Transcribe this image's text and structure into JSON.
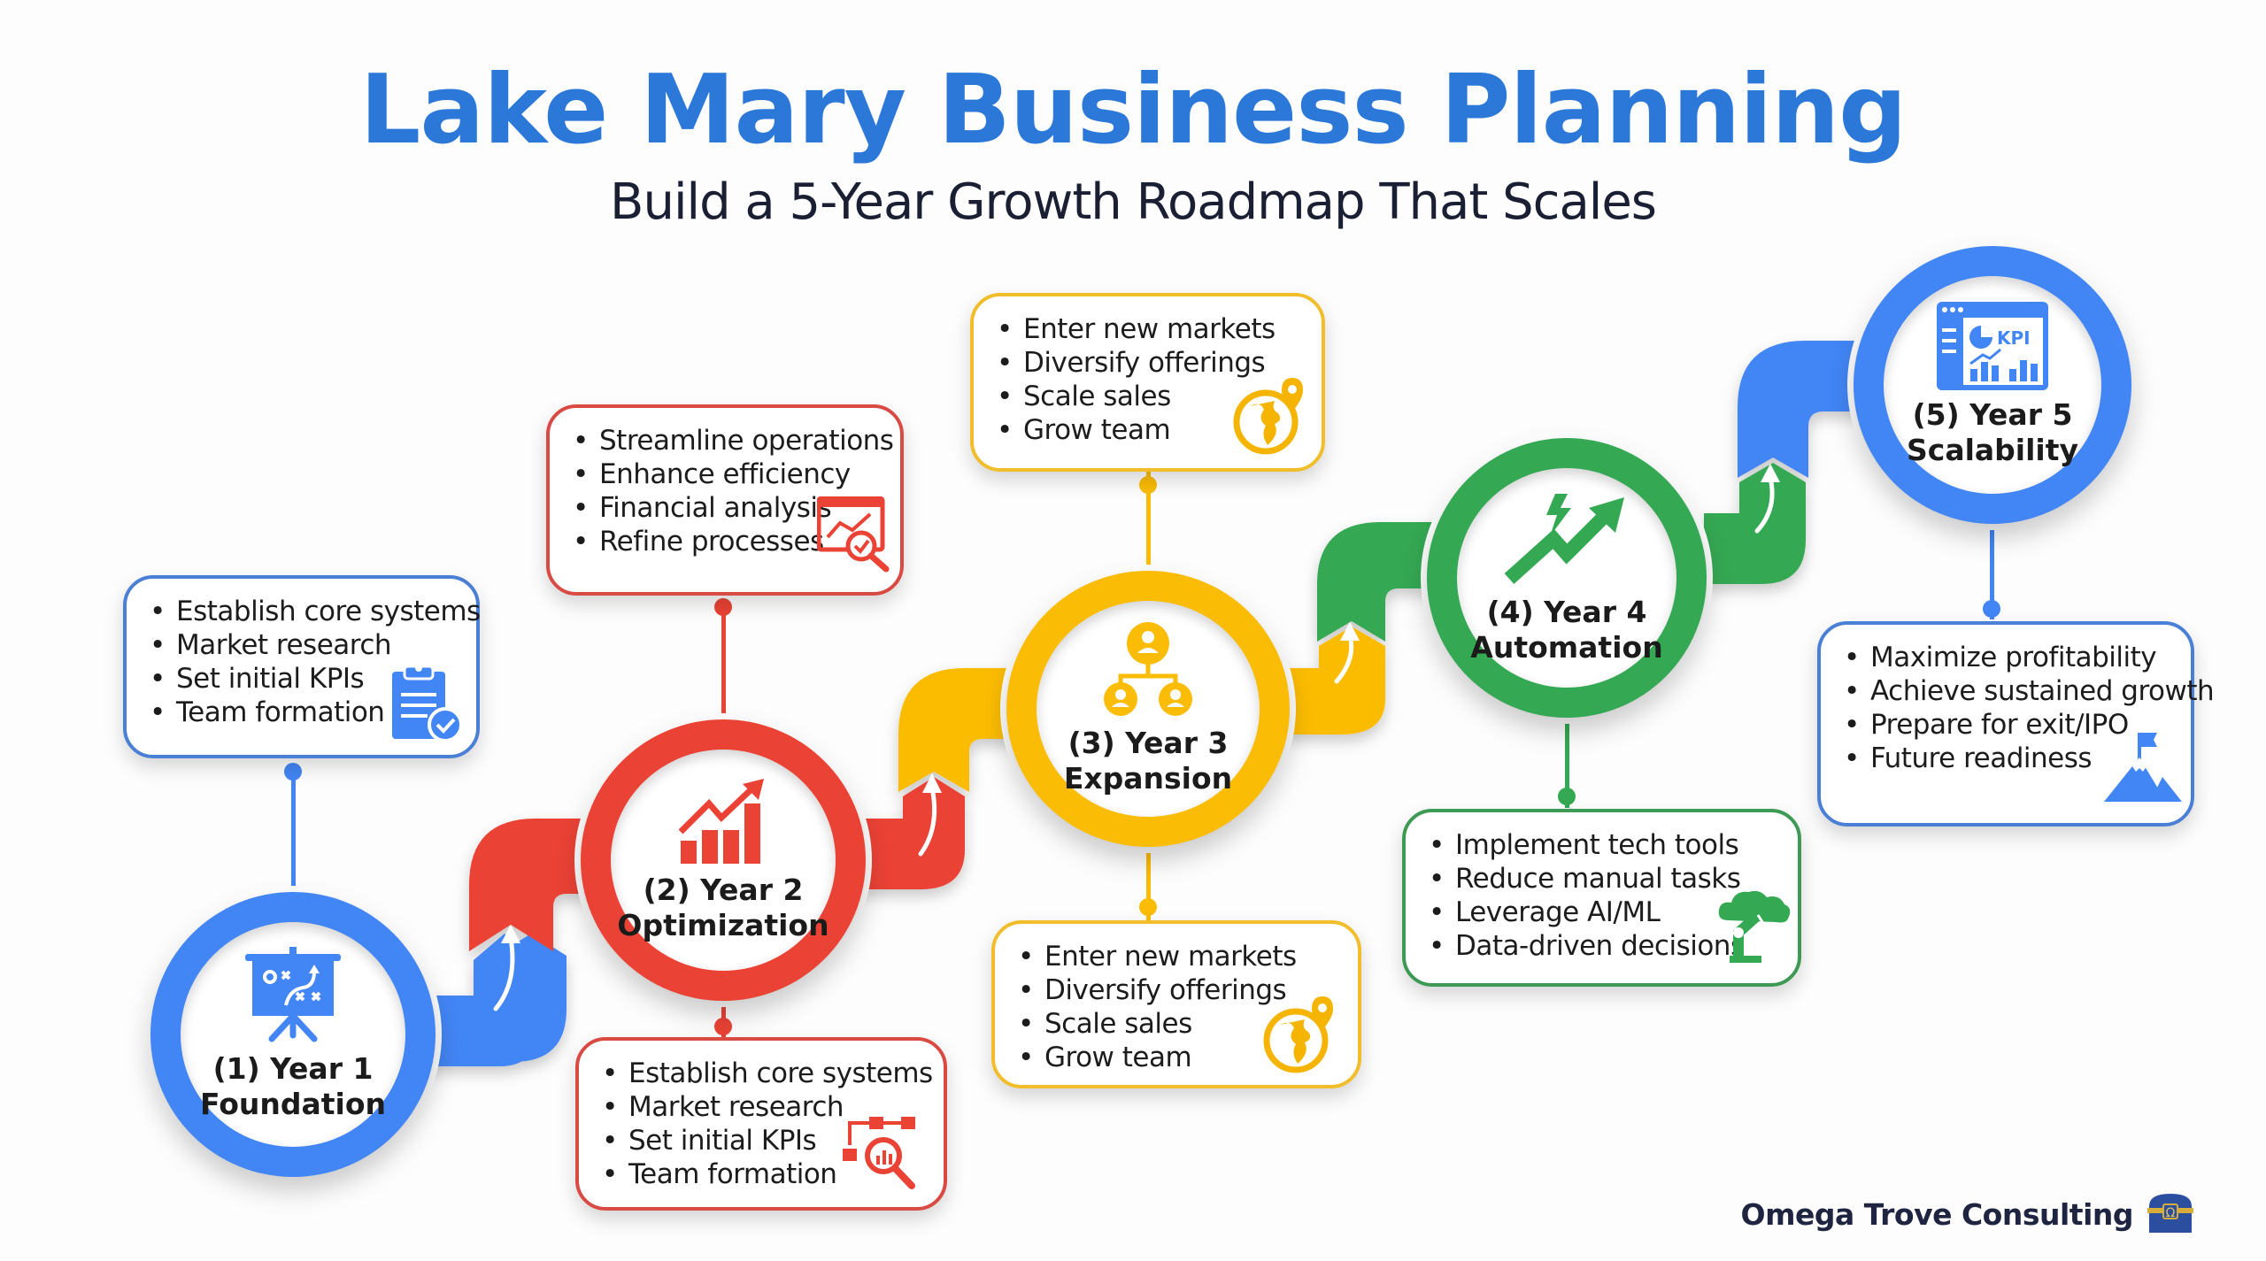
{
  "header": {
    "title": "Lake Mary Business Planning",
    "subtitle": "Build a 5-Year Growth Roadmap That Scales"
  },
  "colors": {
    "blue": "#4285f4",
    "red": "#ea4335",
    "yellow": "#fbbc05",
    "green": "#34a853",
    "title_blue": "#2b78d8"
  },
  "stages": [
    {
      "number": "(1)",
      "year": "Year 1",
      "line1": "(1) Year 1",
      "line2": "Foundation",
      "color": "blue",
      "icon": "strategy-board-icon",
      "boxes": [
        {
          "position": "top",
          "icon": "clipboard-check-icon",
          "items": [
            "Establish core systems",
            "Market research",
            "Set initial KPIs",
            "Team formation"
          ]
        }
      ]
    },
    {
      "number": "(2)",
      "year": "Year 2",
      "line1": "(2) Year 2",
      "line2": "Optimization",
      "color": "red",
      "icon": "growth-chart-icon",
      "boxes": [
        {
          "position": "top",
          "icon": "analytics-window-icon",
          "items": [
            "Streamline operations",
            "Enhance efficiency",
            "Financial analysis",
            "Refine processes"
          ]
        },
        {
          "position": "bottom",
          "icon": "process-analysis-icon",
          "items": [
            "Establish core systems",
            "Market research",
            "Set initial KPIs",
            "Team formation"
          ]
        }
      ]
    },
    {
      "number": "(3)",
      "year": "Year 3",
      "line1": "(3) Year 3",
      "line2": "Expansion",
      "color": "yellow",
      "icon": "org-chart-icon",
      "boxes": [
        {
          "position": "top",
          "icon": "globe-pin-icon",
          "items": [
            "Enter new markets",
            "Diversify offerings",
            "Scale sales",
            "Grow team"
          ]
        },
        {
          "position": "bottom",
          "icon": "globe-pin-icon",
          "items": [
            "Enter new markets",
            "Diversify offerings",
            "Scale sales",
            "Grow team"
          ]
        }
      ]
    },
    {
      "number": "(4)",
      "year": "Year 4",
      "line1": "(4) Year 4",
      "line2": "Automation",
      "color": "green",
      "icon": "lightning-arrow-icon",
      "boxes": [
        {
          "position": "bottom",
          "icon": "robot-arm-cloud-icon",
          "items": [
            "Implement tech tools",
            "Reduce manual tasks",
            "Leverage AI/ML",
            "Data-driven decisions"
          ]
        }
      ]
    },
    {
      "number": "(5)",
      "year": "Year 5",
      "line1": "(5) Year 5",
      "line2": "Scalability",
      "color": "blue",
      "icon": "kpi-dashboard-icon",
      "boxes": [
        {
          "position": "bottom",
          "icon": "mountain-flag-icon",
          "items": [
            "Maximize profitability",
            "Achieve sustained growth",
            "Prepare for exit/IPO",
            "Future readiness"
          ]
        }
      ]
    }
  ],
  "footer": {
    "brand": "Omega Trove Consulting",
    "logo_glyph": "Ω",
    "logo_icon": "treasure-chest-icon"
  }
}
